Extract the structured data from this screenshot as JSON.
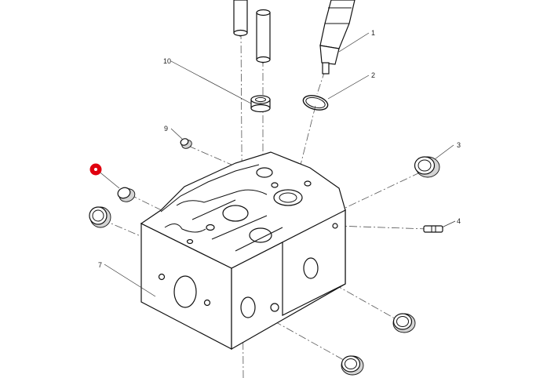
{
  "labels": {
    "l1": "1",
    "l2": "2",
    "l3": "3",
    "l4": "4",
    "l7": "7",
    "l9": "9",
    "l10": "10"
  },
  "colors": {
    "hotspot": "#e0000f",
    "line": "#111111",
    "background": "#ffffff"
  }
}
